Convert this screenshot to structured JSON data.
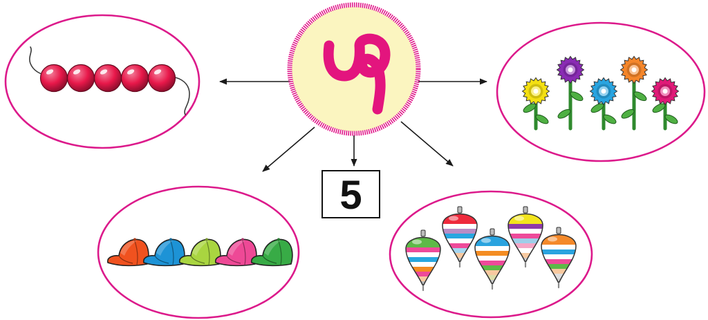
{
  "central": {
    "glyph": "૫",
    "glyph_color": "#e3157e",
    "fill_color": "#fbf5c0",
    "border_color": "#e0188a"
  },
  "number_box": {
    "label": "5"
  },
  "theme": {
    "oval_border": "#dc1a8b",
    "arrow_color": "#1a1a1a"
  },
  "groups": {
    "beads": {
      "count": 5,
      "color": "#e8184a",
      "string_color": "#3a3a3a"
    },
    "flowers": {
      "count": 5,
      "head_colors": [
        "#f4e012",
        "#8a2bb4",
        "#28a4e0",
        "#f5862a",
        "#e01a78"
      ],
      "stem_color": "#2f8a2e",
      "leaf_color": "#4fb043"
    },
    "caps": {
      "count": 5,
      "colors": [
        "#f0521f",
        "#1d93d6",
        "#a9d540",
        "#ee4996",
        "#38ab46"
      ]
    },
    "tops": {
      "count": 5,
      "items": [
        {
          "main": "#5db947",
          "stripes": [
            "#ee4a9a",
            "#ffffff",
            "#28a7e0",
            "#ffffff",
            "#f48c22",
            "#ee4a9a",
            "#f7c9a0",
            "#bdbdbd"
          ]
        },
        {
          "main": "#ee2a3c",
          "stripes": [
            "#ffffff",
            "#b98cc6",
            "#28a7e0",
            "#ffffff",
            "#ee4a9a",
            "#a5d6f0",
            "#f7c9a0",
            "#cccccc"
          ]
        },
        {
          "main": "#2aa3df",
          "stripes": [
            "#ffffff",
            "#f48c22",
            "#ffffff",
            "#ee4a9a",
            "#5db947",
            "#f7c9a0",
            "#ddddaa",
            "#cccccc"
          ]
        },
        {
          "main": "#f3e51d",
          "stripes": [
            "#8e3aa8",
            "#ffffff",
            "#ee4a9a",
            "#9ecfe9",
            "#f4a6c6",
            "#ffffff",
            "#f7c9a0",
            "#cccccc"
          ]
        },
        {
          "main": "#f4892a",
          "stripes": [
            "#ffffff",
            "#2aa3df",
            "#ffffff",
            "#ee4a9a",
            "#5db947",
            "#f7c9a0",
            "#dddddd",
            "#cccccc"
          ]
        }
      ]
    }
  }
}
